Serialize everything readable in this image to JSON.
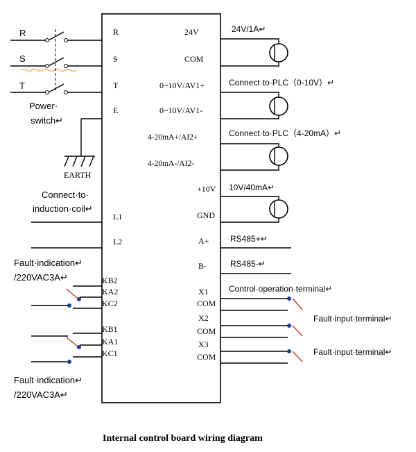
{
  "title": "Internal control board wiring diagram",
  "board_left_terminals": [
    "R",
    "S",
    "T",
    "E",
    "L1",
    "L2",
    "KB2",
    "KA2",
    "KC2",
    "KB1",
    "KA1",
    "KC1"
  ],
  "board_right_terminals": [
    "24V",
    "COM",
    "0~10V/AV1+",
    "0~10V/AV1-",
    "4-20mA+/AI2+",
    "4-20mA-/AI2-",
    "+10V",
    "GND",
    "A+",
    "B-",
    "X1",
    "COM",
    "X2",
    "COM",
    "X3",
    "COM"
  ],
  "supply_labels": [
    "R",
    "S",
    "T"
  ],
  "power_switch": [
    "Power·",
    "switch↵"
  ],
  "earth_label": "EARTH",
  "induction_coil": [
    "Connect·to·",
    "induction·coil↵"
  ],
  "fault_indication_top": [
    "Fault·indication↵",
    "/220VAC3A↵"
  ],
  "fault_indication_bottom": [
    "Fault·indication↵",
    "/220VAC3A↵"
  ],
  "annotations": {
    "a_24v": "24V/1A↵",
    "a_plc1": "Connect·to·PLC（0-10V）↵",
    "a_plc2": "Connect·to·PLC（4-20mA）↵",
    "a_10v": "10V/40mA↵",
    "a_rs485p": "RS485+↵",
    "a_rs485m": "RS485-↵",
    "a_control": "Control·operation·terminal↵",
    "a_fault1": "Fault·input·terminal↵",
    "a_fault2": "Fault·input·terminal↵"
  }
}
